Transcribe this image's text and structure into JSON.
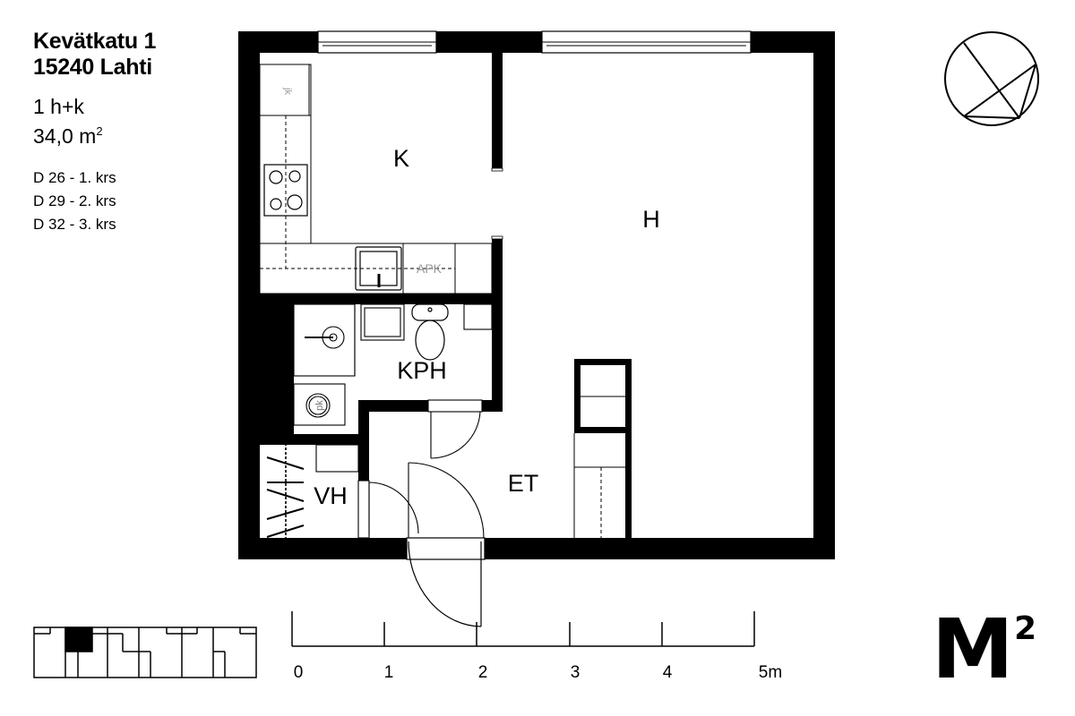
{
  "header": {
    "address_line1": "Kevätkatu 1",
    "address_line2": "15240 Lahti",
    "apartment_type": "1 h+k",
    "area_value": "34,0 m",
    "area_unit_sup": "2",
    "units": [
      "D 26 - 1. krs",
      "D 29 - 2. krs",
      "D 32 - 3. krs"
    ]
  },
  "rooms": {
    "kitchen": "K",
    "living": "H",
    "bathroom": "KPH",
    "hall": "ET",
    "walk_in_closet": "VH"
  },
  "fixtures": {
    "fridge": "jk",
    "dishwasher": "APK",
    "washer": "pk"
  },
  "scale": {
    "labels": [
      "0",
      "1",
      "2",
      "3",
      "4",
      "5m"
    ]
  },
  "compass": {
    "icon": "north-arrow-compass-icon"
  },
  "logo": {
    "text": "M",
    "sup": "2"
  },
  "colors": {
    "wall": "#000000",
    "background": "#ffffff",
    "fixture_text": "#999999"
  }
}
